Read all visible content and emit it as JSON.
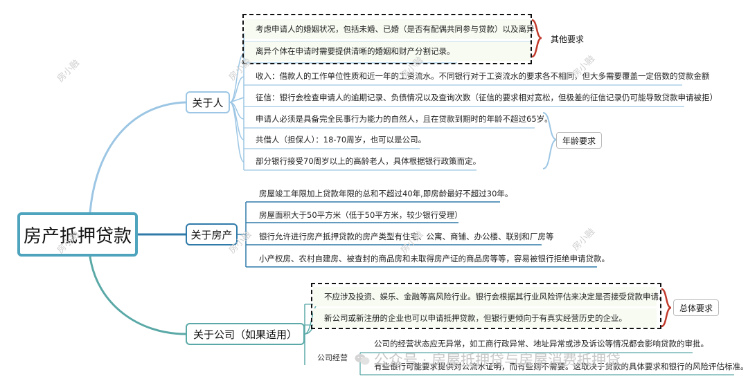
{
  "root": "房产抵押贷款",
  "branches": {
    "person": {
      "label": "关于人",
      "items": [
        "考虑申请人的婚姻状况，包括未婚、已婚（是否有配偶共同参与贷款）以及离异",
        "离异个体在申请时需要提供清晰的婚姻和财产分割记录。",
        "收入：借款人的工作单位性质和近一年的工资流水。不同银行对于工资流水的要求各不相同，但大多需要覆盖一定倍数的贷款金额",
        "征信：银行会检查申请人的逾期记录、负债情况以及查询次数（征信的要求相对宽松，但极差的征信记录仍可能导致贷款申请被拒）",
        "申请人必须是具备完全民事行为能力的自然人，且在贷款到期时的年龄不超过65岁。",
        "共借人（担保人）：18-70周岁，也可以是公司。",
        "部分银行接受70周岁以上的高龄老人，具体根据银行政策而定。"
      ],
      "other_req": "其他要求",
      "age_req": "年龄要求"
    },
    "property": {
      "label": "关于房产",
      "items": [
        "房屋竣工年限加上贷款年限的总和不超过40年,即房龄最好不超过30年。",
        "房屋面积大于50平方米（低于50平方米，较少银行受理）",
        "银行允许进行房产抵押贷款的房产类型有住宅、公寓、商铺、办公楼、联别和厂房等",
        "小产权房、农村自建房、被查封的商品房和未取得房产证的商品房等等，容易被银行拒绝申请贷款。"
      ]
    },
    "company": {
      "label": "关于公司（如果适用）",
      "items": [
        "不应涉及投资、娱乐、金融等高风险行业。银行会根据其行业风险评估来决定是否接受贷款申请。",
        "新公司或新注册的企业也可以申请抵押贷款，但银行更倾向于有真实经营历史的企业。",
        "公司的经营状态应无异常，如工商行政异常、地址异常或涉及诉讼等情况都会影响贷款的审批。",
        "有些银行可能要求提供对公流水证明，而有些则不需要。这取决于贷款的具体要求和银行的风险评估标准。"
      ],
      "overall_req": "总体要求",
      "operation_label": "公司经营"
    }
  },
  "watermark": "房小融",
  "footer": "公众号 · 房屋抵押贷与房屋消费抵押贷",
  "colors": {
    "light_blue": "#9cc6e4",
    "dark_blue": "#2f7aa9",
    "teal": "#5aa9a7",
    "bracket_red": "#c0392b",
    "leaf_green_bg": "#f7fbf2"
  }
}
